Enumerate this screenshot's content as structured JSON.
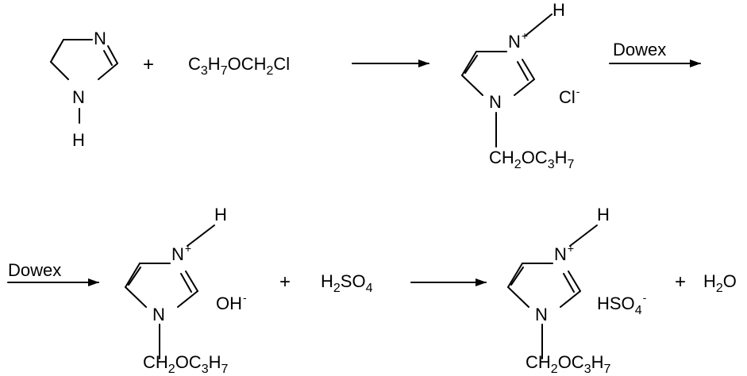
{
  "reactions": {
    "imidazole": {
      "atom_n": "N",
      "atom_nh": "N",
      "atom_h": "H"
    },
    "plus_1": "+",
    "reagent": {
      "p1": "C",
      "s1": "3",
      "p2": "H",
      "s2": "7",
      "p3": "OCH",
      "s3": "2",
      "p4": "Cl"
    },
    "chloride_salt": {
      "atom_n": "N",
      "charge": "+",
      "atom_h": "H",
      "atom_n1": "N",
      "counter_ion": "Cl",
      "counter_charge": "-",
      "sub": {
        "p1": "CH",
        "s1": "2",
        "p2": "OC",
        "s2": "3",
        "p3": "H",
        "s3": "7"
      }
    },
    "arrow_label_1": "Dowex",
    "arrow_label_2": "Dowex",
    "hydroxide_salt": {
      "atom_n": "N",
      "charge": "+",
      "atom_h": "H",
      "atom_n1": "N",
      "counter_ion": "OH",
      "counter_charge": "-",
      "sub": {
        "p1": "CH",
        "s1": "2",
        "p2": "OC",
        "s2": "3",
        "p3": "H",
        "s3": "7"
      }
    },
    "plus_2": "+",
    "acid": {
      "p1": "H",
      "s1": "2",
      "p2": "SO",
      "s2": "4"
    },
    "hydrogensulfate_salt": {
      "atom_n": "N",
      "charge": "+",
      "atom_h": "H",
      "atom_n1": "N",
      "counter_ion": "HSO",
      "counter_sub": "4",
      "counter_charge": "-",
      "sub": {
        "p1": "CH",
        "s1": "2",
        "p2": "OC",
        "s2": "3",
        "p3": "H",
        "s3": "7"
      }
    },
    "plus_3": "+",
    "water": {
      "p1": "H",
      "s1": "2",
      "p2": "O"
    }
  }
}
